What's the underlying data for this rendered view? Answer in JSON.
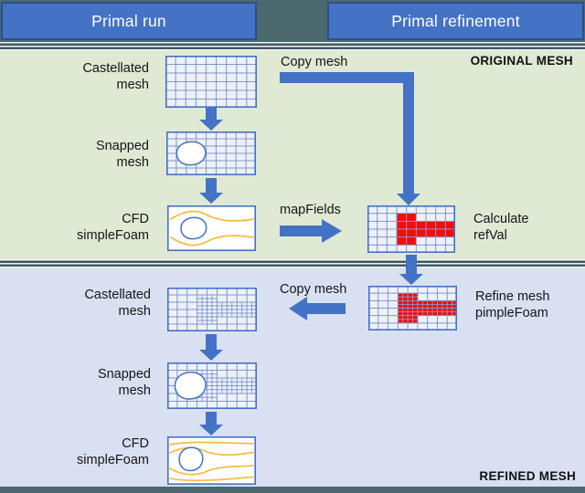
{
  "title_bar": {
    "left_label": "Primal run",
    "right_label": "Primal refinement"
  },
  "original_section": {
    "corner_tag": "ORIGINAL MESH",
    "copy_mesh_label": "Copy mesh",
    "map_fields_label": "mapFields",
    "steps": {
      "castellated": {
        "line1": "Castellated",
        "line2": "mesh"
      },
      "snapped": {
        "line1": "Snapped",
        "line2": "mesh"
      },
      "cfd": {
        "line1": "CFD",
        "line2": "simpleFoam"
      },
      "refval": {
        "line1": "Calculate",
        "line2": "refVal"
      }
    }
  },
  "refined_section": {
    "corner_tag": "REFINED MESH",
    "copy_mesh_label": "Copy mesh",
    "steps": {
      "refine": {
        "line1": "Refine mesh",
        "line2": "pimpleFoam"
      },
      "castellated": {
        "line1": "Castellated",
        "line2": "mesh"
      },
      "snapped": {
        "line1": "Snapped",
        "line2": "mesh"
      },
      "cfd": {
        "line1": "CFD",
        "line2": "simpleFoam"
      }
    }
  },
  "mesh_spec": {
    "cols": 9,
    "rows": 6,
    "marked_cells": [
      [
        3,
        1
      ],
      [
        4,
        1
      ],
      [
        3,
        2
      ],
      [
        4,
        2
      ],
      [
        3,
        3
      ],
      [
        4,
        3
      ],
      [
        3,
        4
      ],
      [
        4,
        4
      ],
      [
        5,
        2
      ],
      [
        6,
        2
      ],
      [
        7,
        2
      ],
      [
        8,
        2
      ],
      [
        5,
        3
      ],
      [
        6,
        3
      ],
      [
        7,
        3
      ],
      [
        8,
        3
      ]
    ]
  },
  "colors": {
    "header_blue": "#4472C4",
    "header_border": "#2C4F8C",
    "teal": "#4D6970",
    "stripe_dark": "#3C5A64",
    "green_bg": "#DFE9D4",
    "blue_bg": "#D8E0F2",
    "arrow": "#4472C4",
    "grid_line": "#8098CC",
    "grid_border": "#4472C4",
    "cell_fill": "#EEF1F7",
    "red": "#F50B0B",
    "streamline_yellow": "#F6BC3F",
    "text": "#161616"
  }
}
